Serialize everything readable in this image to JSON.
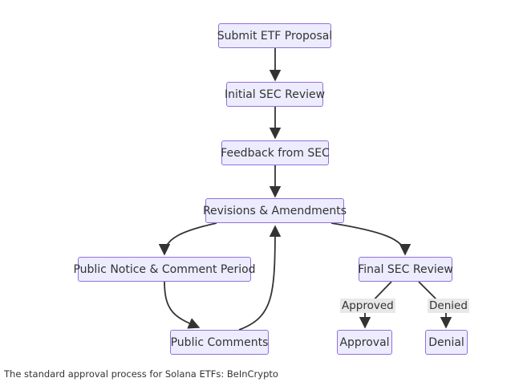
{
  "diagram": {
    "nodes": {
      "submit": "Submit ETF Proposal",
      "initial_review": "Initial SEC Review",
      "feedback": "Feedback from SEC",
      "revisions": "Revisions & Amendments",
      "public_notice": "Public Notice & Comment Period",
      "public_comments": "Public Comments",
      "final_review": "Final SEC Review",
      "approval": "Approval",
      "denial": "Denial"
    },
    "edge_labels": {
      "approved": "Approved",
      "denied": "Denied"
    },
    "colors": {
      "node_fill": "#ececfe",
      "node_border": "#9370db",
      "edge": "#333333",
      "edge_label_bg": "#e8e8e8"
    }
  },
  "caption": "The standard approval process for Solana ETFs: BeInCrypto"
}
